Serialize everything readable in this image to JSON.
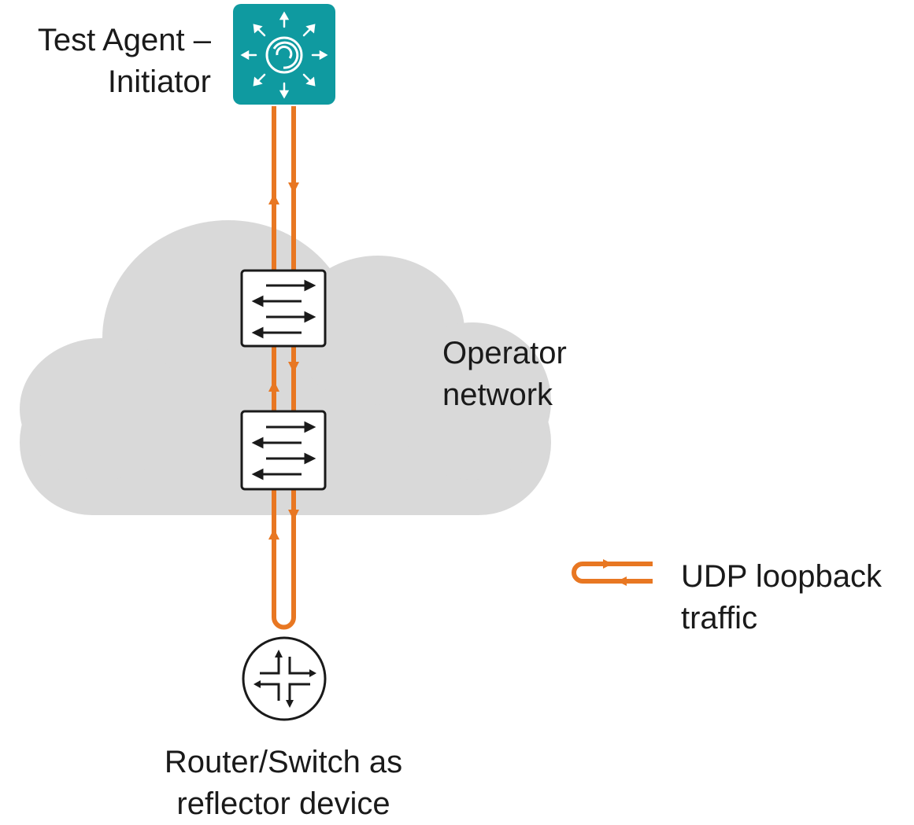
{
  "labels": {
    "agent": [
      "Test Agent –",
      "Initiator"
    ],
    "operator": [
      "Operator",
      "network"
    ],
    "reflector": [
      "Router/Switch as",
      "reflector device"
    ],
    "legend": [
      "UDP loopback",
      "traffic"
    ]
  },
  "icons": {
    "agent": "test-agent-icon",
    "switch": "switch-icon",
    "router": "router-icon",
    "cloud": "cloud-shape"
  },
  "colors": {
    "traffic": "#e87722",
    "agent_tile": "#0f9aa0",
    "cloud": "#d9d9d9",
    "outline": "#1a1a1a"
  }
}
